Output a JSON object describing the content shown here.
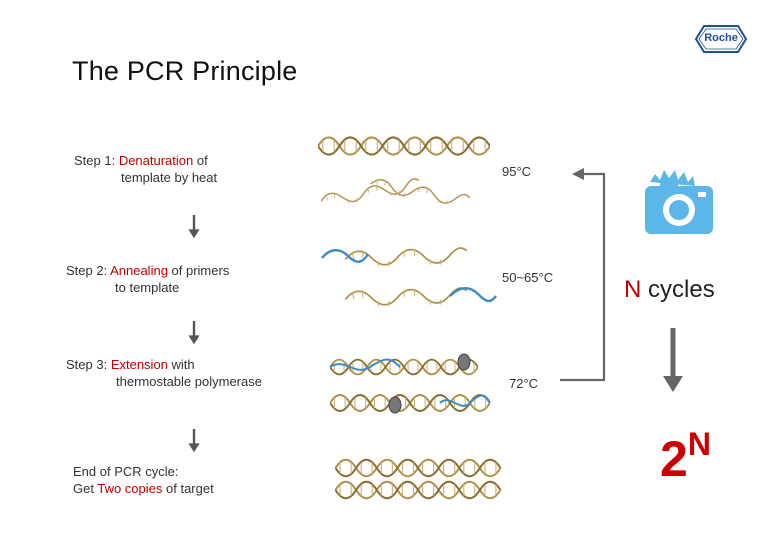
{
  "title": "The PCR Principle",
  "logo": "Roche",
  "steps": [
    {
      "prefix": "Step 1: ",
      "highlight": "Denaturation",
      "rest": " of",
      "line2": "template by heat"
    },
    {
      "prefix": "Step 2: ",
      "highlight": "Annealing",
      "rest": " of primers",
      "line2": "to template"
    },
    {
      "prefix": "Step 3: ",
      "highlight": "Extension",
      "rest": " with",
      "line2": "thermostable polymerase"
    }
  ],
  "end": {
    "line1": "End of PCR cycle:",
    "prefix2": "Get ",
    "highlight2": "Two copies",
    "rest2": " of target"
  },
  "temperatures": [
    "95°C",
    "50~65°C",
    "72°C"
  ],
  "cycles": {
    "n": "N",
    "label": " cycles"
  },
  "result": {
    "base": "2",
    "exp": "N"
  },
  "icons": [
    "camera-icon",
    "arrow-down-icon",
    "dna-helix-icon",
    "polymerase-icon",
    "cycle-bracket-icon"
  ],
  "colors": {
    "highlight": "#c00000",
    "dna_tan": "#b0914a",
    "dna_blue": "#3d8cc4",
    "camera": "#5db6e8",
    "logo": "#1f4f9a"
  }
}
